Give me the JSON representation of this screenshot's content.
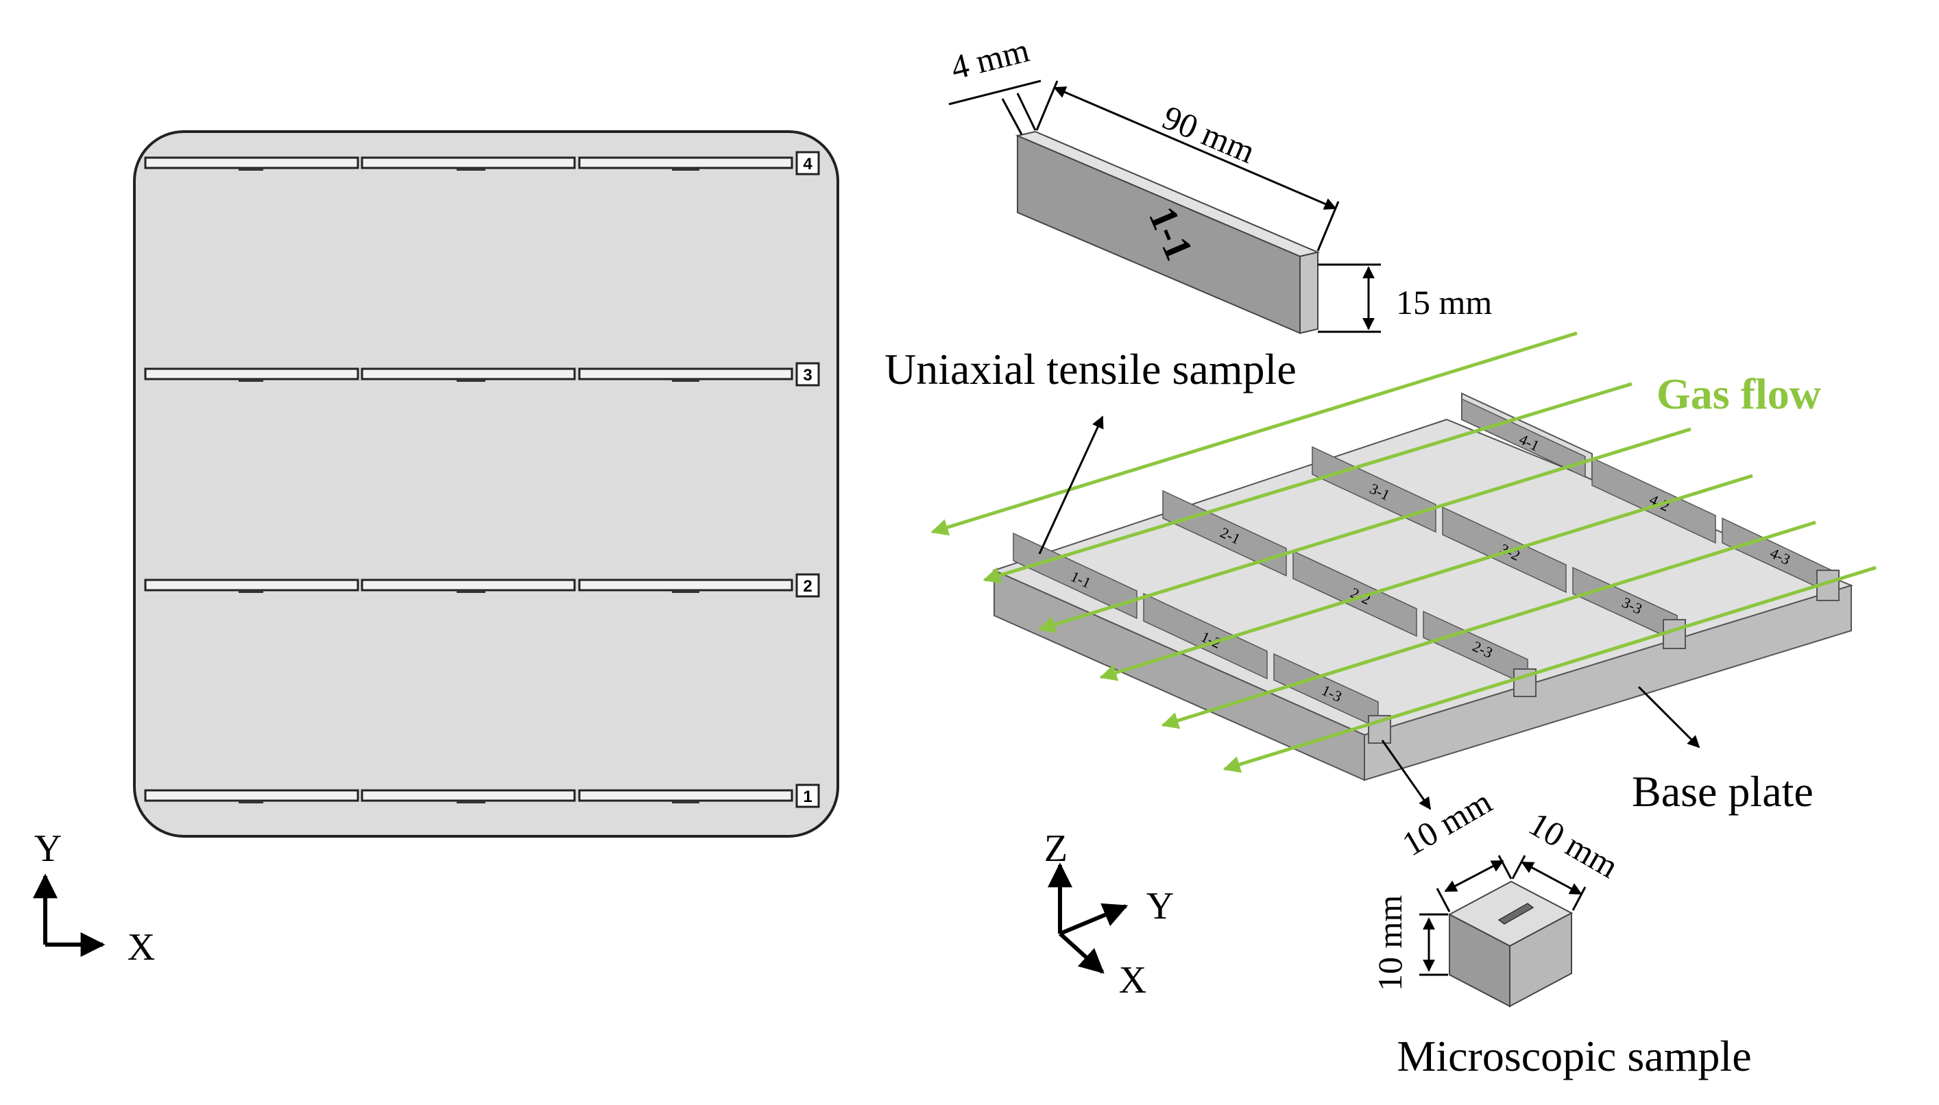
{
  "labels": {
    "dim_thickness": "4 mm",
    "dim_length": "90 mm",
    "dim_height": "15 mm",
    "tensile_sample": "Uniaxial tensile sample",
    "gas_flow": "Gas flow",
    "base_plate": "Base plate",
    "cube_dim_1": "10 mm",
    "cube_dim_2": "10 mm",
    "cube_dim_3": "10 mm",
    "microscopic_sample": "Microscopic sample",
    "sample_marking": "1-1"
  },
  "top_view": {
    "row_labels": [
      "4",
      "3",
      "2",
      "1"
    ],
    "axis_y": "Y",
    "axis_x": "X"
  },
  "iso_axes": {
    "z": "Z",
    "y": "Y",
    "x": "X"
  },
  "plate_markings": [
    "1-1",
    "1-2",
    "1-3",
    "2-1",
    "2-2",
    "2-3",
    "3-1",
    "3-2",
    "3-3",
    "4-1",
    "4-2",
    "4-3"
  ],
  "colors": {
    "gas_flow": "#8cc63f",
    "part": "#a6a6a6",
    "plate": "#d9d9d9"
  }
}
